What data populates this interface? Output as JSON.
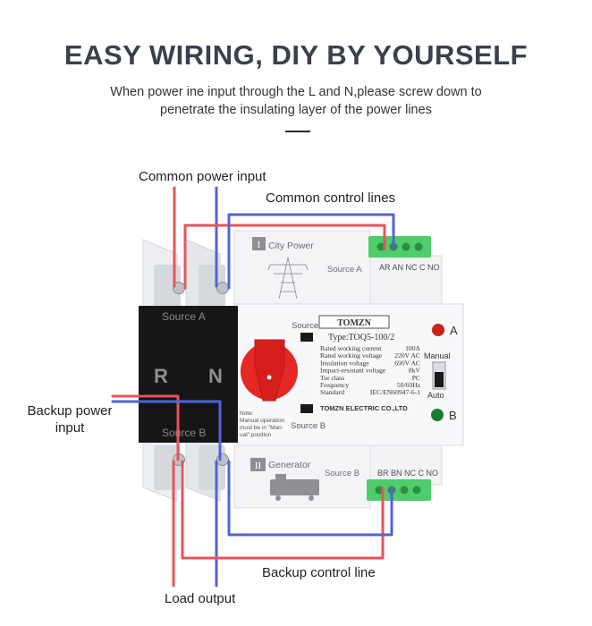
{
  "header": {
    "title": "EASY WIRING, DIY BY YOURSELF",
    "subtitle_line1": "When power ine input through the L and N,please screw down to",
    "subtitle_line2": "penetrate the insulating layer of the power lines"
  },
  "callouts": {
    "common_power_input": "Common power input",
    "common_control_lines": "Common control lines",
    "backup_power_input_line1": "Backup power",
    "backup_power_input_line2": "input",
    "backup_control_line": "Backup control line",
    "load_output": "Load output"
  },
  "device": {
    "breaker_source_a": "Source A",
    "breaker_source_b": "Source B",
    "breaker_r": "R",
    "breaker_n": "N",
    "city_power_num": "I",
    "city_power": "City Power",
    "source_a_top": "Source A",
    "terminal_top_labels": "AR AN NC C NO",
    "generator_num": "II",
    "generator": "Generator",
    "source_b_bottom": "Source B",
    "terminal_bottom_labels": "BR BN NC C NO",
    "front_source_a": "Source A",
    "front_source_b": "Source B",
    "brand": "TOMZN",
    "type": "Type:TOQ5-100/2",
    "specs": [
      {
        "k": "Rated working current",
        "v": "100A"
      },
      {
        "k": "Rated working voltage",
        "v": "220V AC"
      },
      {
        "k": "Insulation voltage",
        "v": "690V AC"
      },
      {
        "k": "Impact-resistant voltage",
        "v": "8kV"
      },
      {
        "k": "Tse class",
        "v": "PC"
      },
      {
        "k": "Frequency",
        "v": "50/60Hz"
      },
      {
        "k": "Standard",
        "v": "IEC/EN60947-6-1"
      }
    ],
    "company": "TOMZN ELECTRIC CO.,LTD",
    "indicator_a": "A",
    "indicator_b": "B",
    "manual": "Manual",
    "auto": "Auto",
    "note_line1": "Note:",
    "note_line2": "Manual operation",
    "note_line3": "must be in \"Man-",
    "note_line4": "ual\" position"
  },
  "colors": {
    "red_wire": "#e8535a",
    "blue_wire": "#5263d8",
    "terminal_green": "#4fcc6c",
    "handle_red": "#e52824",
    "indicator_a": "#c8231c",
    "indicator_b": "#1e7a35",
    "breaker_black": "#161616"
  }
}
